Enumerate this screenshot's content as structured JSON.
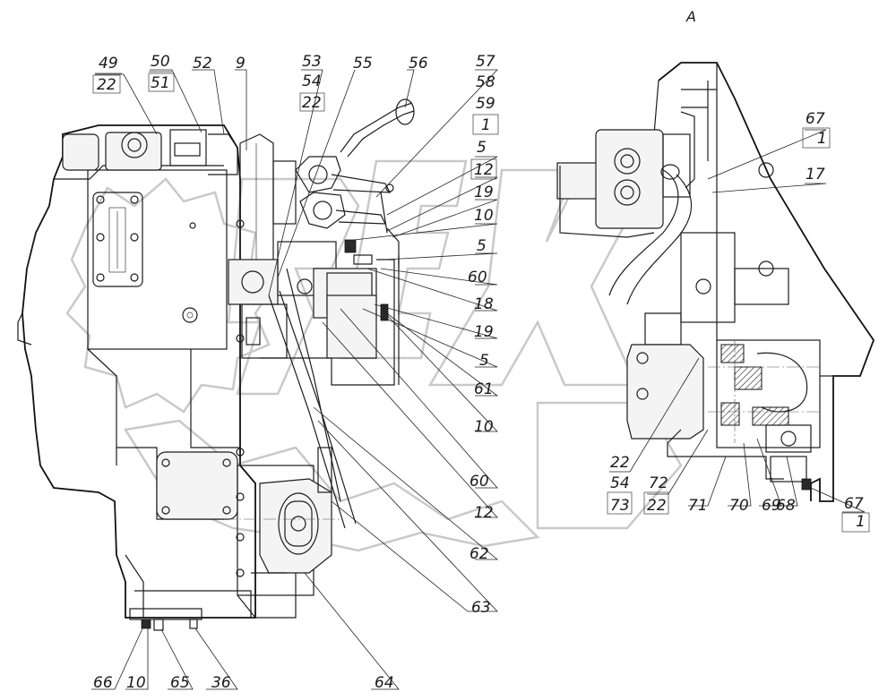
{
  "view_title": "A",
  "corner_note": "",
  "callouts": [
    {
      "id": "c49",
      "text": "49"
    },
    {
      "id": "c22a",
      "text": "22"
    },
    {
      "id": "c50",
      "text": "50"
    },
    {
      "id": "c51",
      "text": "51"
    },
    {
      "id": "c52",
      "text": "52"
    },
    {
      "id": "c9",
      "text": "9"
    },
    {
      "id": "c53",
      "text": "53"
    },
    {
      "id": "c54a",
      "text": "54"
    },
    {
      "id": "c22b",
      "text": "22"
    },
    {
      "id": "c55",
      "text": "55"
    },
    {
      "id": "c56",
      "text": "56"
    },
    {
      "id": "c57",
      "text": "57"
    },
    {
      "id": "c58",
      "text": "58"
    },
    {
      "id": "c59",
      "text": "59"
    },
    {
      "id": "c1a",
      "text": "1"
    },
    {
      "id": "c5a",
      "text": "5"
    },
    {
      "id": "c12a",
      "text": "12"
    },
    {
      "id": "c19a",
      "text": "19"
    },
    {
      "id": "c10a",
      "text": "10"
    },
    {
      "id": "c5b",
      "text": "5"
    },
    {
      "id": "c60a",
      "text": "60"
    },
    {
      "id": "c18",
      "text": "18"
    },
    {
      "id": "c19b",
      "text": "19"
    },
    {
      "id": "c5c",
      "text": "5"
    },
    {
      "id": "c61",
      "text": "61"
    },
    {
      "id": "c10b",
      "text": "10"
    },
    {
      "id": "c60b",
      "text": "60"
    },
    {
      "id": "c12b",
      "text": "12"
    },
    {
      "id": "c62",
      "text": "62"
    },
    {
      "id": "c63",
      "text": "63"
    },
    {
      "id": "c64",
      "text": "64"
    },
    {
      "id": "c66",
      "text": "66"
    },
    {
      "id": "c10c",
      "text": "10"
    },
    {
      "id": "c65",
      "text": "65"
    },
    {
      "id": "c36",
      "text": "36"
    },
    {
      "id": "c67a",
      "text": "67"
    },
    {
      "id": "c1b",
      "text": "1"
    },
    {
      "id": "c17",
      "text": "17"
    },
    {
      "id": "c22c",
      "text": "22"
    },
    {
      "id": "c54b",
      "text": "54"
    },
    {
      "id": "c73",
      "text": "73"
    },
    {
      "id": "c72",
      "text": "72"
    },
    {
      "id": "c22d",
      "text": "22"
    },
    {
      "id": "c71",
      "text": "71"
    },
    {
      "id": "c70",
      "text": "70"
    },
    {
      "id": "c69",
      "text": "69"
    },
    {
      "id": "c68",
      "text": "68"
    },
    {
      "id": "c67b",
      "text": "67"
    },
    {
      "id": "c1c",
      "text": "1"
    }
  ],
  "watermark": {
    "text": "OREX",
    "color": "#c9c9c9"
  },
  "colors": {
    "line": "#1c1c1c",
    "background": "#ffffff"
  }
}
